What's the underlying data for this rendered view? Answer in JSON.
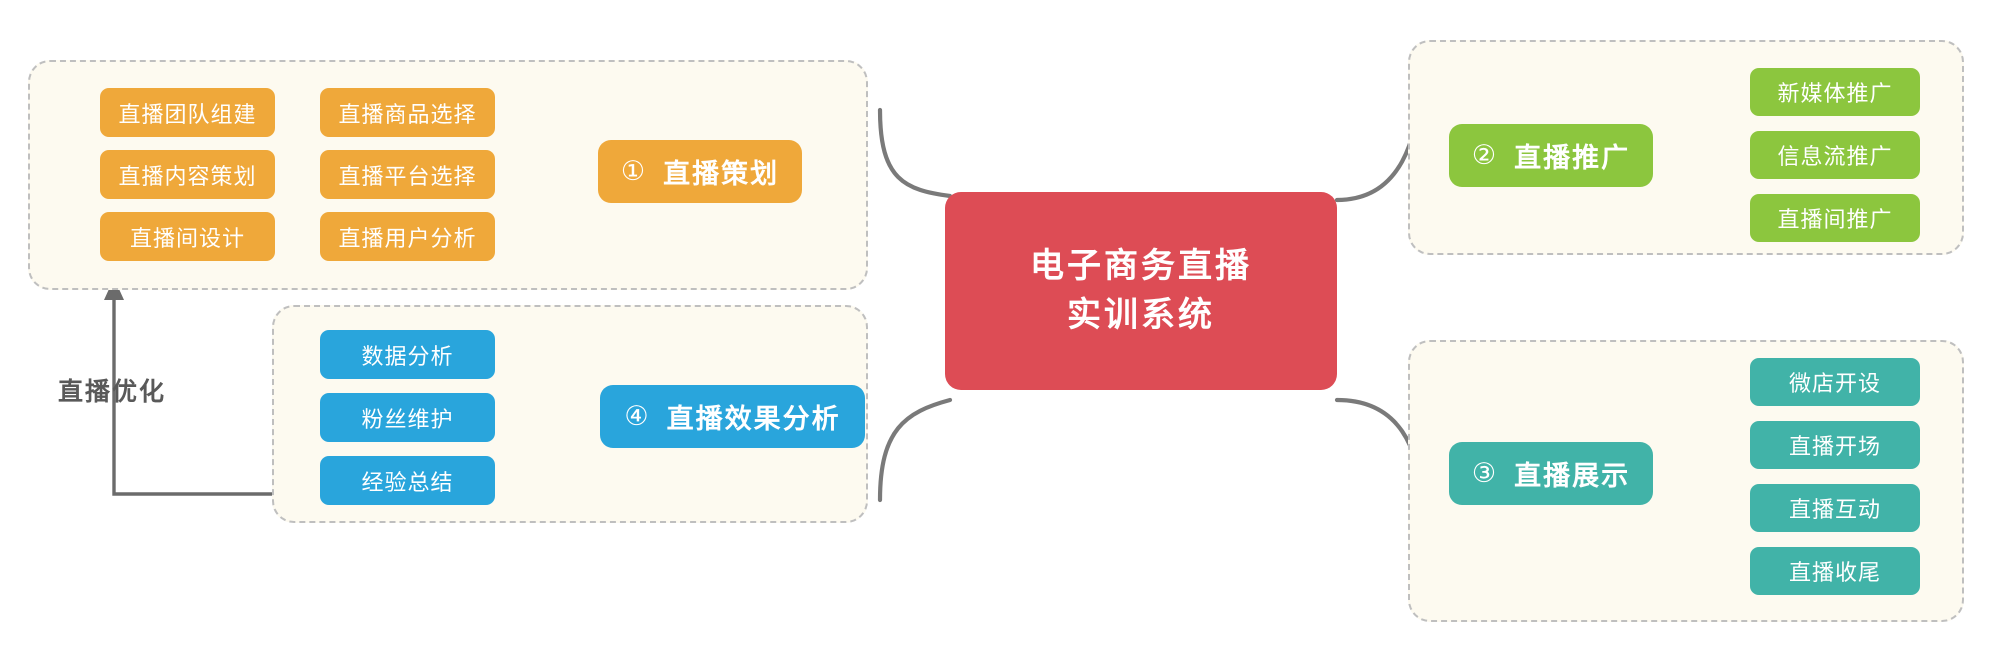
{
  "diagram": {
    "title": "电子商务直播实训系统",
    "center": {
      "line1": "电子商务直播",
      "line2": "实训系统",
      "color": "#dd4c55"
    },
    "feedback": {
      "label": "直播优化",
      "arrow_color": "#6b6b6b"
    },
    "connector_color": "#7a7a7a",
    "panel_fill": "#fdfaf0",
    "panel_border": "#bfbfbf",
    "branches": [
      {
        "id": "planning",
        "number": "①",
        "label": "直播策划",
        "color": "#efa83a",
        "columns": [
          {
            "items": [
              "直播团队组建",
              "直播内容策划",
              "直播间设计"
            ]
          },
          {
            "items": [
              "直播商品选择",
              "直播平台选择",
              "直播用户分析"
            ]
          }
        ]
      },
      {
        "id": "promotion",
        "number": "②",
        "label": "直播推广",
        "color": "#8cc63e",
        "columns": [
          {
            "items": [
              "新媒体推广",
              "信息流推广",
              "直播间推广"
            ]
          }
        ]
      },
      {
        "id": "display",
        "number": "③",
        "label": "直播展示",
        "color": "#41b3a8",
        "columns": [
          {
            "items": [
              "微店开设",
              "直播开场",
              "直播互动",
              "直播收尾"
            ]
          }
        ]
      },
      {
        "id": "analysis",
        "number": "④",
        "label": "直播效果分析",
        "color": "#29a5dc",
        "columns": [
          {
            "items": [
              "数据分析",
              "粉丝维护",
              "经验总结"
            ]
          }
        ]
      }
    ]
  }
}
